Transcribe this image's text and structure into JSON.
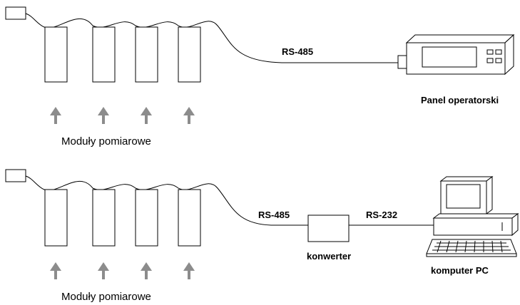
{
  "diagram": {
    "top": {
      "modules_label": "Moduły pomiarowe",
      "link_label": "RS-485",
      "device_label": "Panel operatorski"
    },
    "bottom": {
      "modules_label": "Moduły pomiarowe",
      "link1_label": "RS-485",
      "link2_label": "RS-232",
      "converter_label": "konwerter",
      "computer_label": "komputer PC"
    }
  },
  "colors": {
    "line": "#000000",
    "arrow": "#8c8c8c",
    "background": "#ffffff"
  }
}
